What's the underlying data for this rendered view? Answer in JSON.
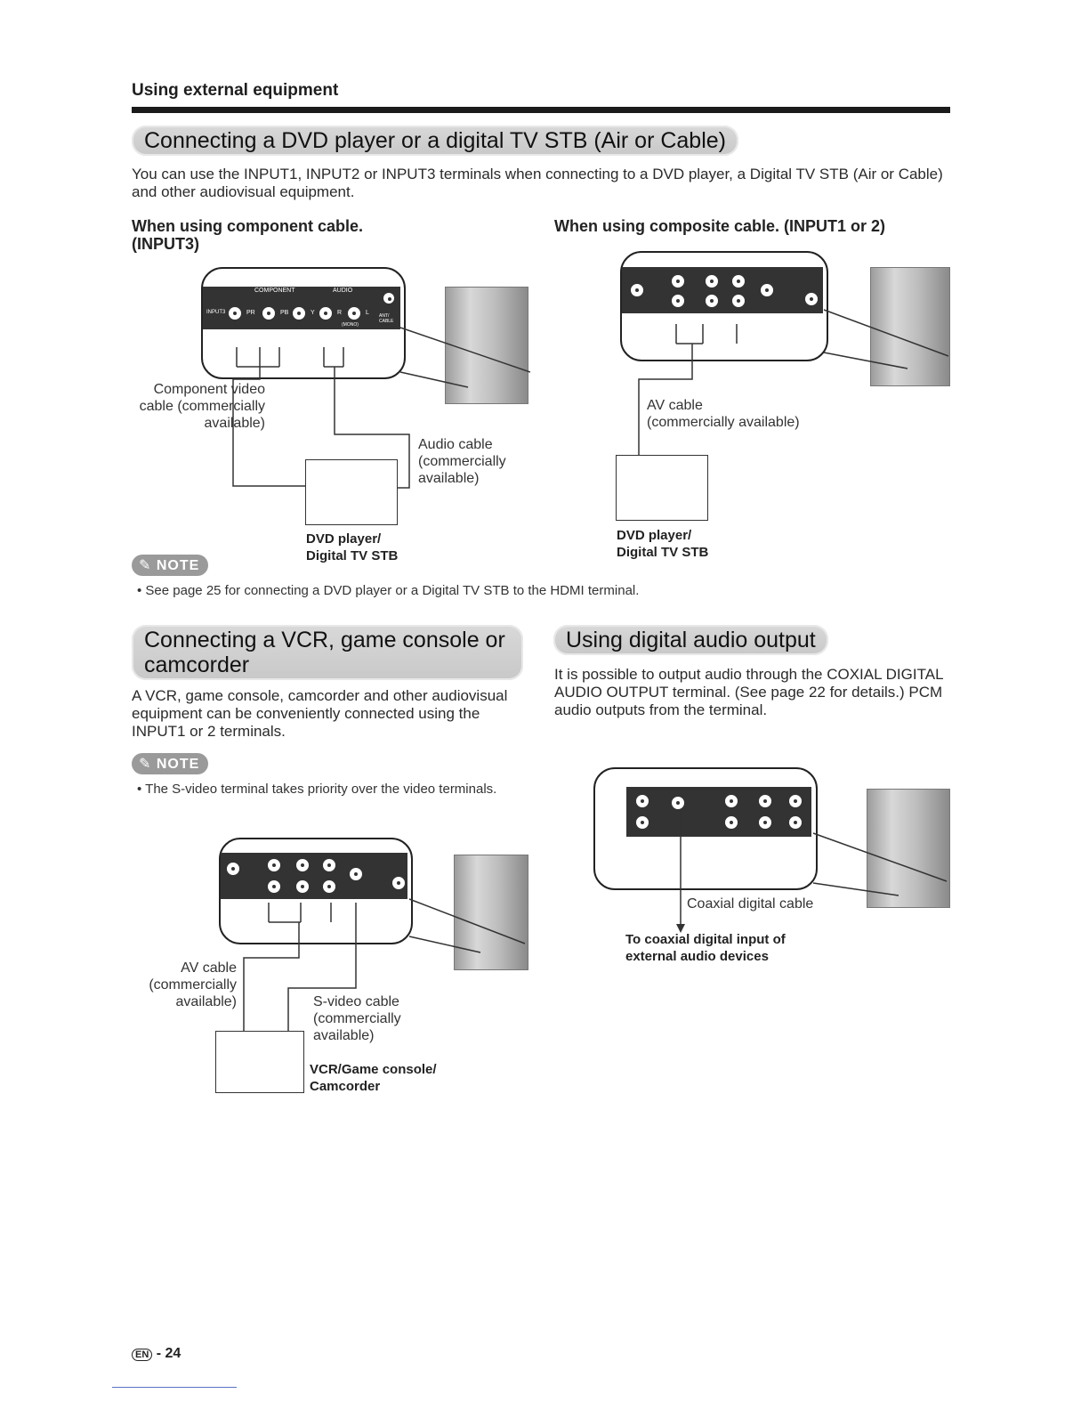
{
  "header": {
    "section_title": "Using external equipment"
  },
  "dvd_section": {
    "banner": "Connecting a DVD player or a digital TV STB (Air or Cable)",
    "intro": "You can use the INPUT1, INPUT2 or INPUT3 terminals when connecting to a DVD player, a Digital TV STB (Air or Cable) and other audiovisual equipment.",
    "component": {
      "heading_line1": "When using component cable.",
      "heading_line2": "(INPUT3)",
      "panel_labels": {
        "component": "COMPONENT",
        "audio": "AUDIO",
        "input": "INPUT3",
        "pr": "PR",
        "pb": "PB",
        "y": "Y",
        "r": "R",
        "l": "L",
        "mono": "(MONO)",
        "ant": "ANT/ CABLE"
      },
      "cable_video_line1": "Component video",
      "cable_video_line2": "cable (commercially",
      "cable_video_line3": "available)",
      "cable_audio_line1": "Audio cable",
      "cable_audio_line2": "(commercially",
      "cable_audio_line3": "available)",
      "device_line1": "DVD player/",
      "device_line2": "Digital TV STB"
    },
    "composite": {
      "heading": "When using composite cable. (INPUT1 or 2)",
      "cable_line1": "AV cable",
      "cable_line2": "(commercially available)",
      "device_line1": "DVD player/",
      "device_line2": "Digital TV STB"
    },
    "note_label": "NOTE",
    "note_text": "See page 25 for connecting a DVD player or a Digital TV STB to the HDMI terminal."
  },
  "vcr_section": {
    "banner_line1": "Connecting a VCR, game console or",
    "banner_line2": "camcorder",
    "intro": "A VCR, game console, camcorder and other audiovisual equipment can be conveniently connected using the INPUT1 or 2 terminals.",
    "note_label": "NOTE",
    "note_text": "The S-video terminal takes priority over the video terminals.",
    "av_cable_line1": "AV cable",
    "av_cable_line2": "(commercially",
    "av_cable_line3": "available)",
    "svideo_line1": "S-video cable",
    "svideo_line2": "(commercially",
    "svideo_line3": "available)",
    "device_line1": "VCR/Game console/",
    "device_line2": "Camcorder"
  },
  "digital_section": {
    "banner": "Using digital audio output",
    "intro": "It is possible to output audio through the COXIAL DIGITAL AUDIO OUTPUT terminal. (See page 22 for details.) PCM audio outputs from the terminal.",
    "cable": "Coaxial digital cable",
    "destination_line1": "To coaxial digital input of",
    "destination_line2": "external audio devices"
  },
  "footer": {
    "lang": "EN",
    "page": "- 24"
  }
}
